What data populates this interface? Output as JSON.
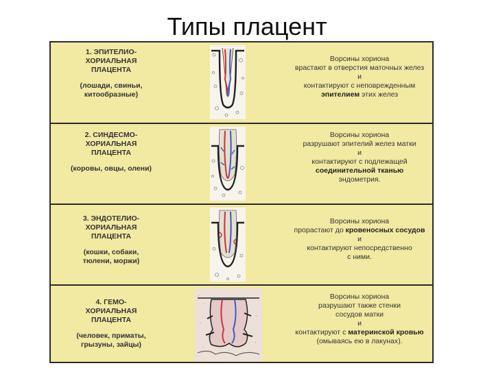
{
  "title": "Типы плацент",
  "rows": [
    {
      "name": "1. ЭПИТЕЛИО-\nХОРИАЛЬНАЯ\nПЛАЦЕНТА",
      "examples": "(лошади, свиньи,\nкитообразные)",
      "desc": {
        "l1": "Ворсины хориона",
        "l2": "врастают в отверстия маточных желез",
        "l3": "и",
        "l4": "контактируют с неповрежденным",
        "l5_bold": "эпителием",
        "l5_rest": " этих желез"
      },
      "illustration": "epitheliochorial-placenta-illustration"
    },
    {
      "name": "2. СИНДЕСМО-\nХОРИАЛЬНАЯ\nПЛАЦЕНТА",
      "examples": "(коровы, овцы, олени)",
      "desc": {
        "l1": "Ворсины хориона",
        "l2": "разрушают эпителий желез матки",
        "l3": "и",
        "l4": "контактируют с подлежащей",
        "l5_bold": "соединительной тканью",
        "l6": "эндометрия."
      },
      "illustration": "syndesmochorial-placenta-illustration"
    },
    {
      "name": "3. ЭНДОТЕЛИО-\nХОРИАЛЬНАЯ\nПЛАЦЕНТА",
      "examples": "(кошки, собаки,\nтюлени, моржи)",
      "desc": {
        "l1": "Ворсины хориона",
        "l2_pre": "прорастают до ",
        "l2_bold": "кровеносных сосудов",
        "l3": "и",
        "l4": "контактируют непосредственно",
        "l5": "с ними."
      },
      "illustration": "endotheliochorial-placenta-illustration"
    },
    {
      "name": "4. ГЕМО-\nХОРИАЛЬНАЯ\nПЛАЦЕНТА",
      "examples": "(человек, приматы,\nгрызуны, зайцы)",
      "desc": {
        "l1": "Ворсины хориона",
        "l2": "разрушают также стенки",
        "l3": "сосудов матки",
        "l4": "и",
        "l5_pre": "контактируют с ",
        "l5_bold": "материнской кровью",
        "l6": "(омываясь ею в лакунах)."
      },
      "illustration": "hemochorial-placenta-illustration"
    }
  ],
  "colors": {
    "panel": "#f2e9a2",
    "border": "#2a2a2a",
    "vessel_red": "#c8323c",
    "vessel_blue": "#3a5fb8"
  }
}
